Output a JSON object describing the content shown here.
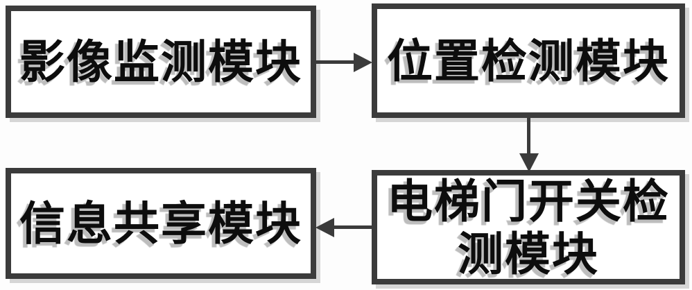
{
  "diagram": {
    "type": "block-diagram",
    "colors": {
      "background": "#fdfdfd",
      "box_fill": "#ffffff",
      "box_border": "#3b3b3b",
      "text": "#0d0d0d",
      "text_shadow": "#bdbdbd",
      "box_shadow": "#d6d6d6"
    },
    "nodes": [
      {
        "id": "image-monitoring",
        "label": "影像监测模块"
      },
      {
        "id": "position-detection",
        "label": "位置检测模块"
      },
      {
        "id": "elevator-door-switch-detection",
        "label": "电梯门开关检测模块"
      },
      {
        "id": "information-sharing",
        "label": "信息共享模块"
      }
    ],
    "edges": [
      {
        "from": "image-monitoring",
        "to": "position-detection",
        "direction": "right"
      },
      {
        "from": "position-detection",
        "to": "elevator-door-switch-detection",
        "direction": "down"
      },
      {
        "from": "elevator-door-switch-detection",
        "to": "information-sharing",
        "direction": "left"
      }
    ]
  }
}
